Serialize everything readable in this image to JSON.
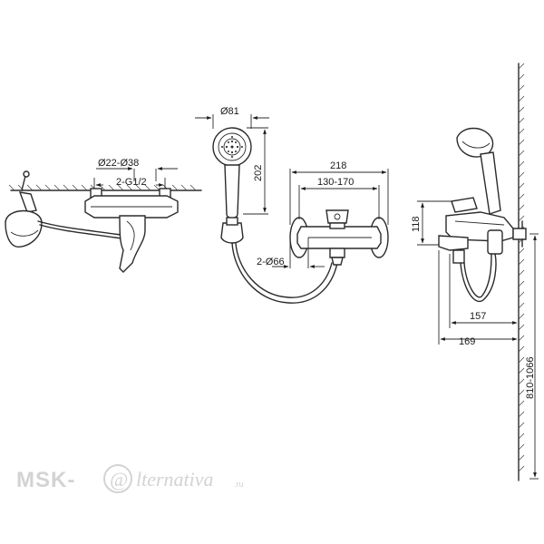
{
  "dimensions": {
    "top_view": {
      "spout_dia": "Ø22-Ø38",
      "thread": "2-G1/2"
    },
    "front_view": {
      "head_dia": "Ø81",
      "handset_height": "202",
      "width": "218",
      "centers": "130-170",
      "flange_dia": "2-Ø66"
    },
    "side_view": {
      "height": "118",
      "depth_inner": "157",
      "depth_outer": "169",
      "holder_range": "810-1066"
    }
  },
  "watermark": {
    "brand": "MSK-",
    "mark": "@",
    "word": "lternativa",
    "suffix": ".ru"
  },
  "colors": {
    "line": "#2b2b2b",
    "watermark": "#d3d3d3",
    "background": "#ffffff"
  }
}
